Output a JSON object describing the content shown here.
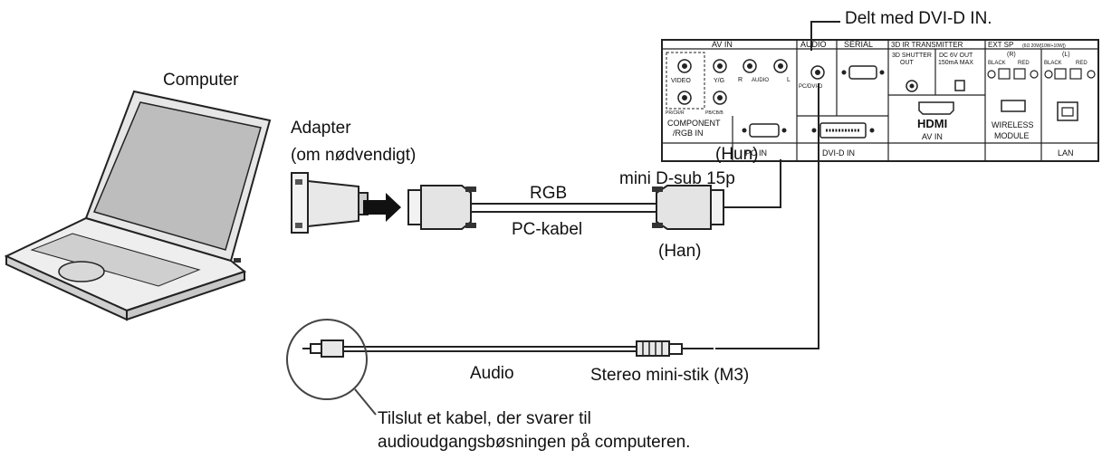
{
  "labels": {
    "shared": "Delt med DVI-D IN.",
    "computer": "Computer",
    "adapter": "Adapter",
    "adapter_note": "(om nødvendigt)",
    "female": "(Hun)",
    "connector": "mini D-sub 15p",
    "rgb": "RGB",
    "pc_cable": "PC-kabel",
    "male": "(Han)",
    "audio": "Audio",
    "stereo": "Stereo mini-stik (M3)",
    "note_line1": "Tilslut et kabel, der svarer til",
    "note_line2": "audioudgangsbøsningen på computeren."
  },
  "panel": {
    "av_in": "AV IN",
    "audio": "AUDIO",
    "serial": "SERIAL",
    "ir": "3D IR TRANSMITTER",
    "ext_sp": "EXT SP",
    "ext_sp_spec": "(6Ω 20W[10W+10W])",
    "video": "VIDEO",
    "yg": "Y/G",
    "r": "R",
    "l": "L",
    "audio_sub": "AUDIO",
    "pb": "PB/CB/B",
    "pr": "PR/CR/R",
    "component": "COMPONENT",
    "rgb_in": "/RGB IN",
    "pc_dvid": "PC/DVI-D",
    "shutter": "3D SHUTTER",
    "out": "OUT",
    "dc_out": "DC 6V OUT",
    "max": "150mA MAX",
    "right_ch": "(R)",
    "left_ch": "(L)",
    "black": "BLACK",
    "red": "RED",
    "hdmi": "HDMI",
    "av_in_bottom": "AV IN",
    "pc_in": "PC IN",
    "dvid_in": "DVI-D IN",
    "wireless": "WIRELESS",
    "module": "MODULE",
    "lan": "LAN"
  }
}
